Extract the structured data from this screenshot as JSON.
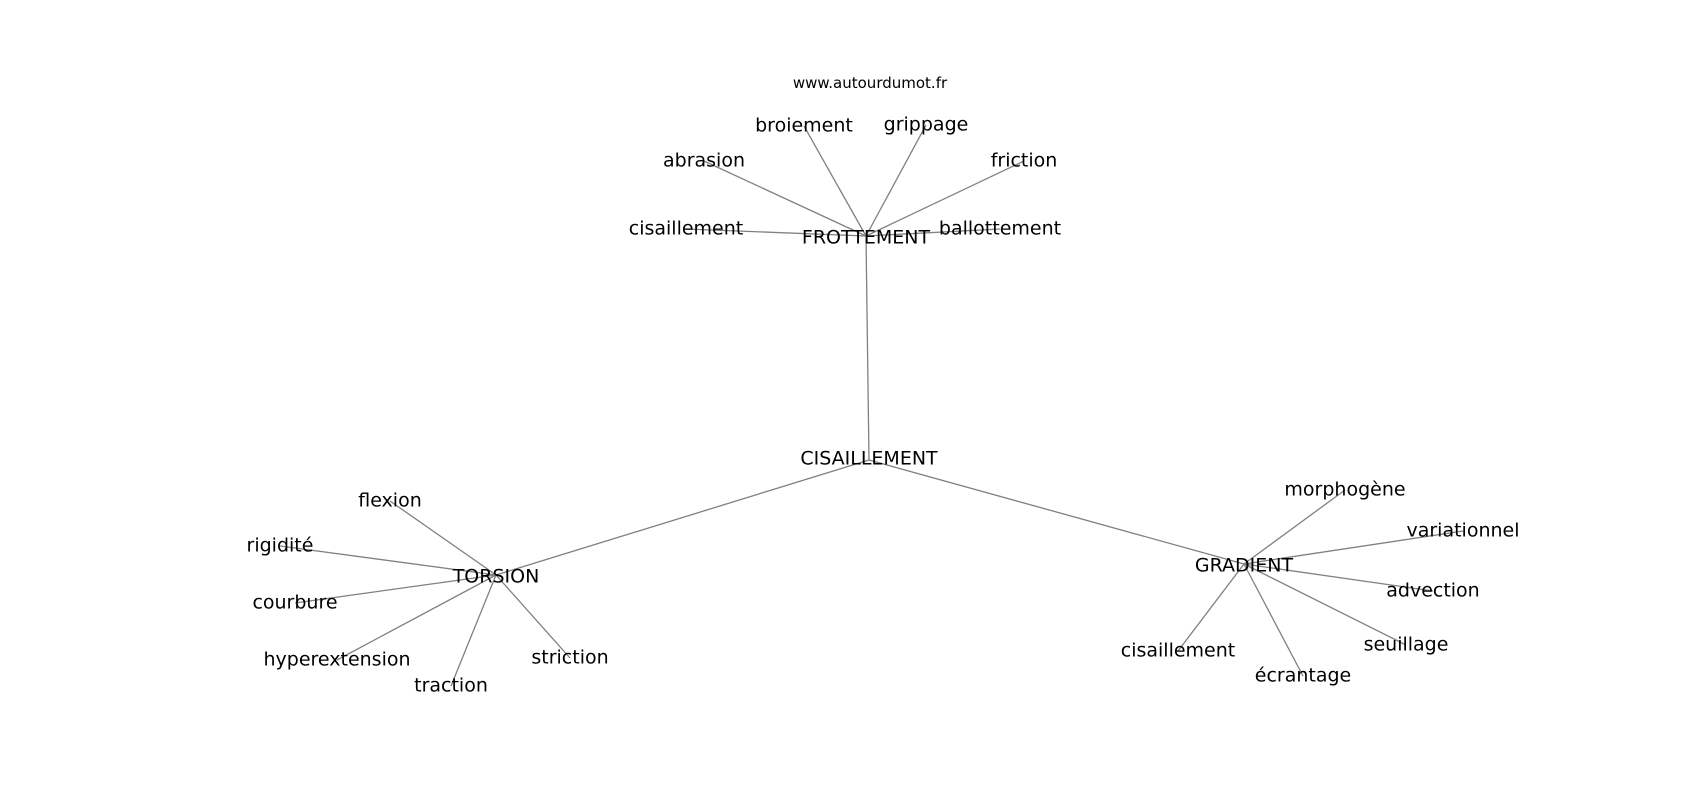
{
  "source": "www.autourdumot.fr",
  "colors": {
    "background": "#ffffff",
    "edge": "#808080",
    "text": "#000000"
  },
  "graph": {
    "root": "CISAILLEMENT",
    "hubs": [
      {
        "label": "FROTTEMENT",
        "leaves": [
          "cisaillement",
          "abrasion",
          "broiement",
          "grippage",
          "friction",
          "ballottement"
        ]
      },
      {
        "label": "TORSION",
        "leaves": [
          "flexion",
          "rigidité",
          "courbure",
          "hyperextension",
          "traction",
          "striction"
        ]
      },
      {
        "label": "GRADIENT",
        "leaves": [
          "morphogène",
          "variationnel",
          "advection",
          "seuillage",
          "écrantage",
          "cisaillement"
        ]
      }
    ]
  }
}
